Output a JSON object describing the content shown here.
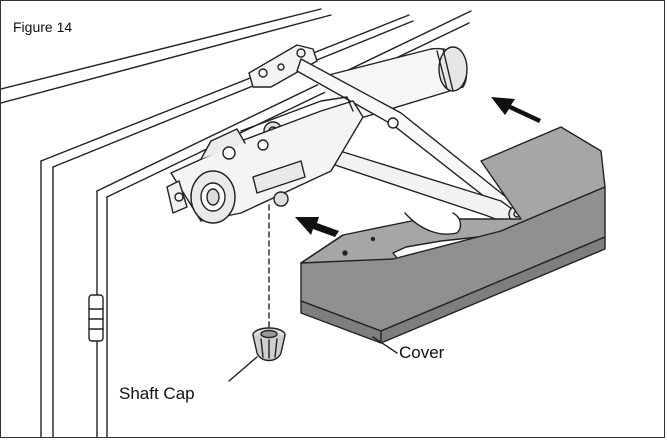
{
  "figure": {
    "title": "Figure 14"
  },
  "labels": {
    "cover": "Cover",
    "shaft_cap": "Shaft Cap"
  },
  "colors": {
    "line": "#222222",
    "cover_fill": "#9a9a9a",
    "cover_top": "#a6a6a6",
    "cover_side": "#8a8a8a",
    "metal_light": "#f2f2f2",
    "arrow": "#111111"
  }
}
